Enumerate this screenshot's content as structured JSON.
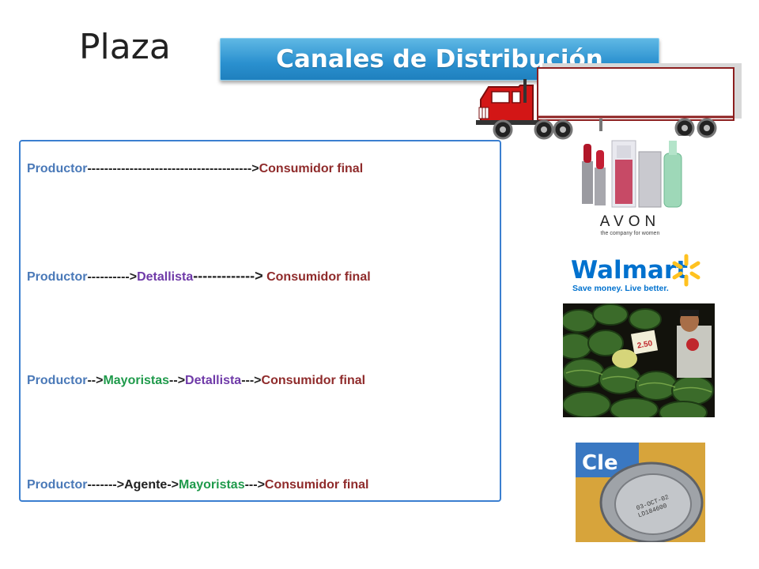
{
  "slide": {
    "title": "Plaza",
    "banner_label": "Canales de Distribución"
  },
  "channels": [
    {
      "parts": [
        {
          "text": "Productor",
          "role": "producer"
        },
        {
          "text": "--------------------------------------->",
          "role": "arrow"
        },
        {
          "text": "Consumidor  final",
          "role": "consumer"
        }
      ]
    },
    {
      "parts": [
        {
          "text": "Productor",
          "role": "producer"
        },
        {
          "text": "---------->",
          "role": "arrow"
        },
        {
          "text": "Detallista",
          "role": "retailer"
        },
        {
          "text": "------------->",
          "role": "arrow"
        },
        {
          "text": " Consumidor  final",
          "role": "consumer"
        }
      ]
    },
    {
      "parts": [
        {
          "text": "Productor",
          "role": "producer"
        },
        {
          "text": "-->",
          "role": "arrow"
        },
        {
          "text": "Mayoristas",
          "role": "wholesaler"
        },
        {
          "text": "-->",
          "role": "arrow"
        },
        {
          "text": "Detallista",
          "role": "retailer"
        },
        {
          "text": "--->",
          "role": "arrow"
        },
        {
          "text": "Consumidor  final",
          "role": "consumer"
        }
      ]
    },
    {
      "parts": [
        {
          "text": "Productor",
          "role": "producer"
        },
        {
          "text": "------->",
          "role": "arrow"
        },
        {
          "text": "Agente",
          "role": "agent"
        },
        {
          "text": "->",
          "role": "arrow"
        },
        {
          "text": "Mayoristas",
          "role": "wholesaler"
        },
        {
          "text": "--->",
          "role": "arrow"
        },
        {
          "text": "Consumidor  final",
          "role": "consumer"
        }
      ]
    }
  ],
  "images": {
    "avon": {
      "brand": "AVON",
      "tagline": "the company for women"
    },
    "walmart": {
      "brand": "Walmart",
      "tagline": "Save money. Live better.",
      "spark_color": "#ffc220",
      "brand_color": "#0071ce"
    },
    "market": {
      "icon": "market-vendor-photo",
      "sign": "2.50"
    },
    "can": {
      "icon": "can-lid-photo",
      "label": "Cle",
      "stamp_1": "03-OCT-02",
      "stamp_2": "LD184600"
    }
  },
  "colors": {
    "producer": "#4a79b8",
    "arrow": "#222222",
    "consumer": "#8f2b2b",
    "retailer": "#6f3aa8",
    "wholesaler": "#1f9a4b",
    "agent": "#222222",
    "banner": "#2a90cf",
    "box_border": "#3b7fd0"
  }
}
